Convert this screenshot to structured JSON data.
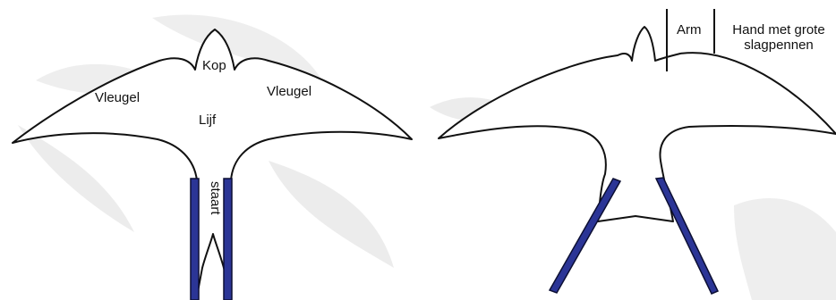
{
  "labels": {
    "kop": "Kop",
    "vleugel_left": "Vleugel",
    "vleugel_right": "Vleugel",
    "lijf": "Lijf",
    "staart": "staart",
    "arm": "Arm",
    "hand_line1": "Hand met grote",
    "hand_line2": "slagpennen"
  },
  "colors": {
    "outline": "#111111",
    "tail_bar": "#2b3596",
    "tail_bar_edge": "#0c0f33",
    "background_feathers": "#d9d9d9"
  }
}
